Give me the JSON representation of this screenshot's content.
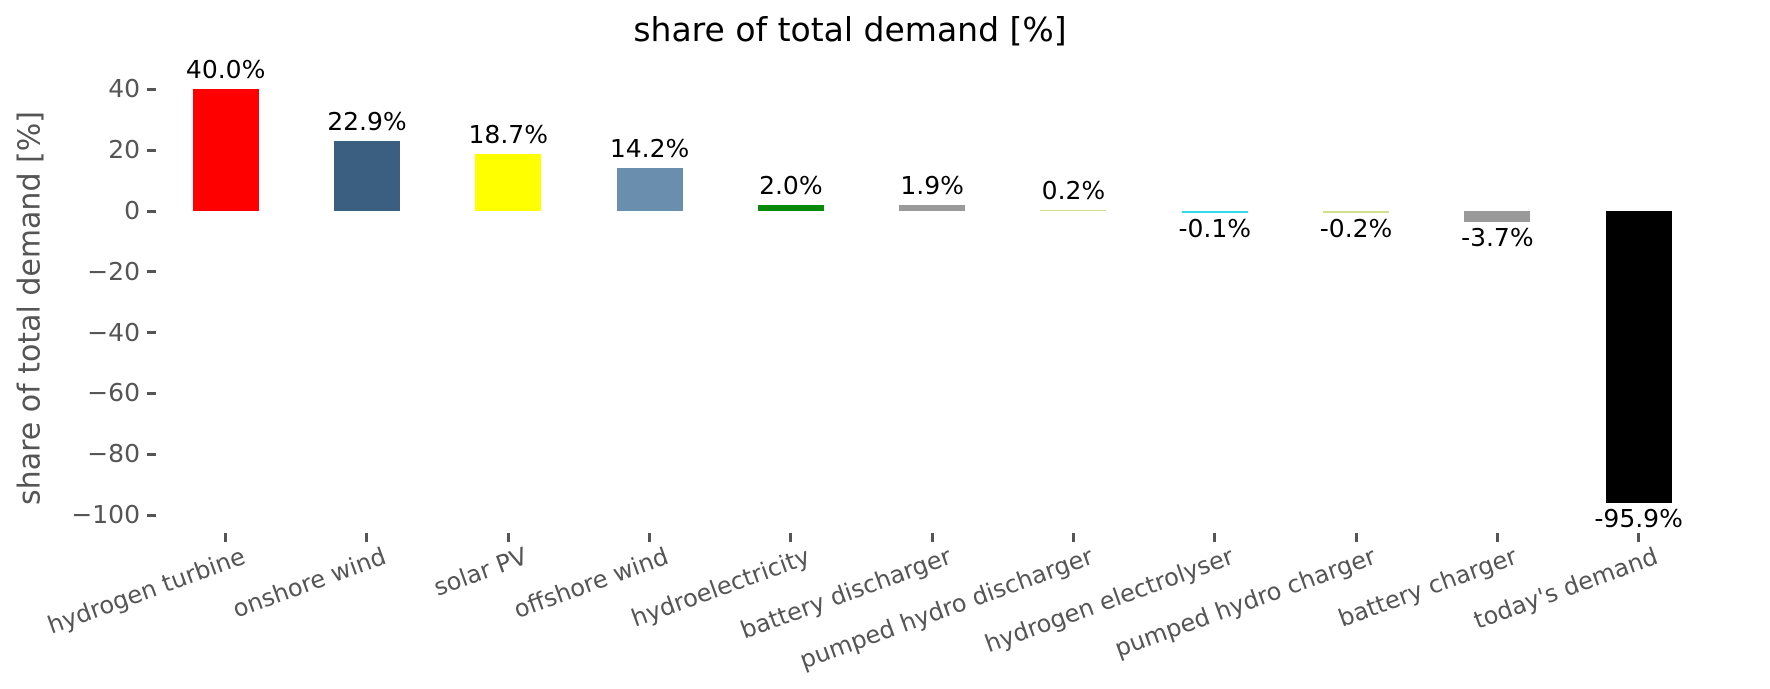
{
  "chart_data": {
    "type": "bar",
    "title": "share of total demand [%]",
    "ylabel": "share of total demand [%]",
    "xlabel": "",
    "categories": [
      "hydrogen turbine",
      "onshore wind",
      "solar PV",
      "offshore wind",
      "hydroelectricity",
      "battery discharger",
      "pumped hydro discharger",
      "hydrogen electrolyser",
      "pumped hydro charger",
      "battery charger",
      "today's demand"
    ],
    "values": [
      40.0,
      22.9,
      18.7,
      14.2,
      2.0,
      1.9,
      0.2,
      -0.1,
      -0.2,
      -3.7,
      -95.9
    ],
    "value_labels": [
      "40.0%",
      "22.9%",
      "18.7%",
      "14.2%",
      "2.0%",
      "1.9%",
      "0.2%",
      "-0.1%",
      "-0.2%",
      "-3.7%",
      "-95.9%"
    ],
    "bar_colors": [
      "#ff0000",
      "#3a5f80",
      "#ffff00",
      "#6a8eae",
      "#098909",
      "#9a9a9a",
      "#d1df8c",
      "#2fd9ee",
      "#d1df8c",
      "#9a9a9a",
      "#000000"
    ],
    "yticks": [
      40,
      20,
      0,
      -20,
      -40,
      -60,
      -80,
      -100
    ],
    "ylim": [
      -106,
      51
    ],
    "grid": false,
    "legend": null,
    "colors": {
      "axis_text": "#555555",
      "title_text": "#000000",
      "value_label_text": "#000000",
      "background": "#ffffff"
    },
    "x_tick_label_rotation_deg": 20
  }
}
